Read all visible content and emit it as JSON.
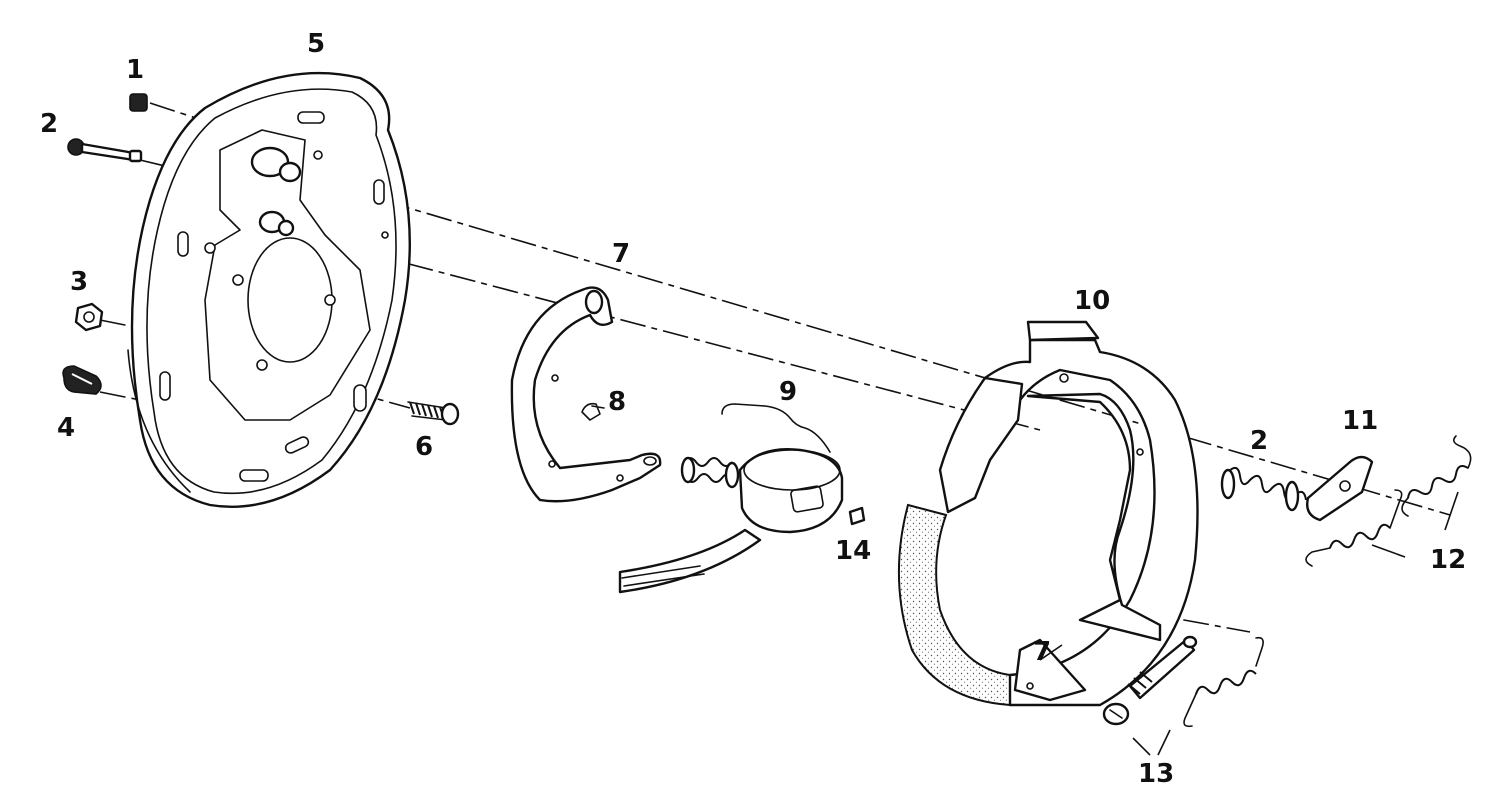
{
  "diagram": {
    "callouts": {
      "c1": "1",
      "c2": "2",
      "c2b": "2",
      "c3": "3",
      "c4": "4",
      "c5": "5",
      "c6": "6",
      "c7": "7",
      "c7b": "7",
      "c8": "8",
      "c9": "9",
      "c10": "10",
      "c11": "11",
      "c12": "12",
      "c13": "13",
      "c14": "14"
    },
    "colors": {
      "line": "#111111",
      "background": "#ffffff",
      "lining": "#cfcfcf"
    }
  }
}
